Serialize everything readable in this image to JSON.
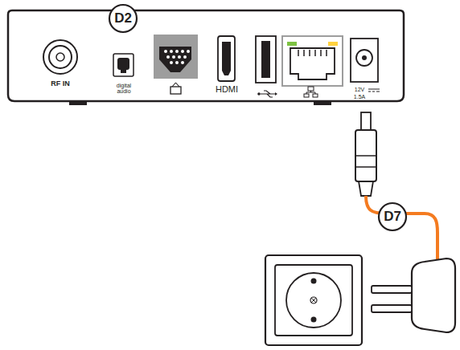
{
  "diagram": {
    "labels": [
      "D2",
      "RF IN",
      "digital audio",
      "HDMI",
      "12V",
      "1.5A",
      "D7"
    ]
  }
}
